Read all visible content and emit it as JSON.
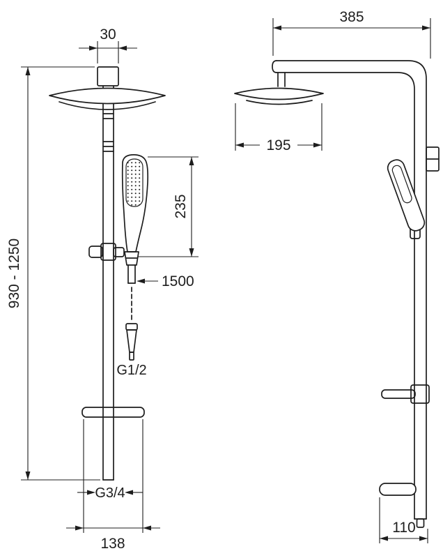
{
  "page": {
    "background_color": "#ffffff",
    "line_color": "#1d1d1d"
  },
  "drawing": {
    "kind": "shower-column-technical-dimension-drawing",
    "front_view": {
      "bracket_width": "30",
      "height_range": "930 - 1250",
      "hand_shower_length": "235",
      "hose_length": "1500",
      "hose_thread": "G1/2",
      "inlet_thread": "G3/4",
      "base_width": "138"
    },
    "side_view": {
      "arm_reach": "385",
      "head_diameter": "195",
      "wall_offset": "110"
    }
  }
}
